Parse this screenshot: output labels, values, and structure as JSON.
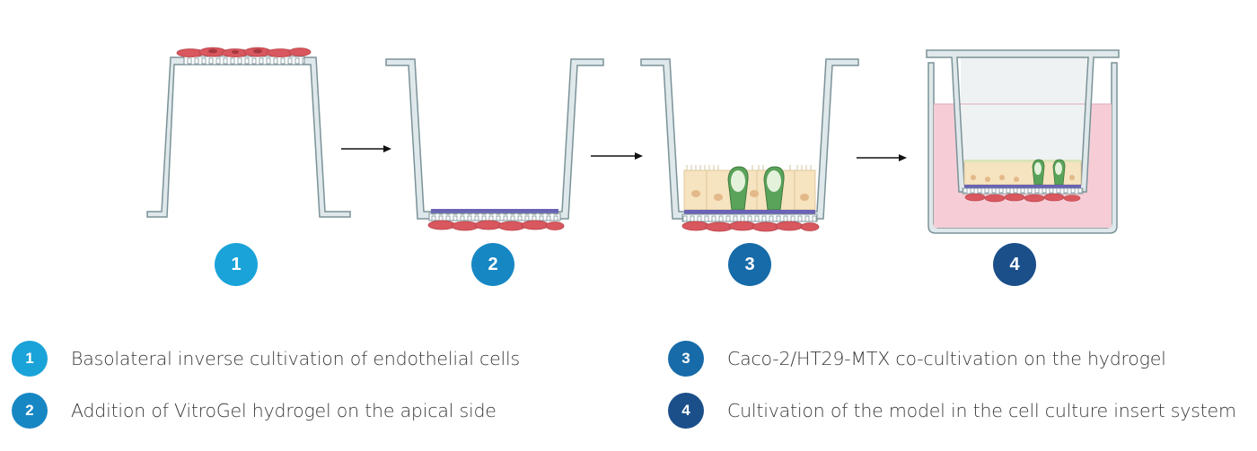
{
  "steps": [
    {
      "number": "1",
      "color": "#1aa3d9",
      "description": "Basolateral inverse cultivation of endothelial cells"
    },
    {
      "number": "2",
      "color": "#1787c4",
      "description": "Addition of VitroGel hydrogel on the apical side"
    },
    {
      "number": "3",
      "color": "#176ba8",
      "description": "Caco-2/HT29-MTX co-cultivation on the hydrogel"
    },
    {
      "number": "4",
      "color": "#1b4f8a",
      "description": "Cultivation of the model in the cell culture insert system"
    }
  ],
  "colors": {
    "insert_wall": "#dfe8ea",
    "insert_outline": "#7b9298",
    "endothelial": "#d9575e",
    "hydrogel": "#6b63b5",
    "epithelial": "#f6e3bf",
    "goblet": "#5aa35a",
    "medium": "#f6cdd6",
    "arrow": "#111111"
  }
}
